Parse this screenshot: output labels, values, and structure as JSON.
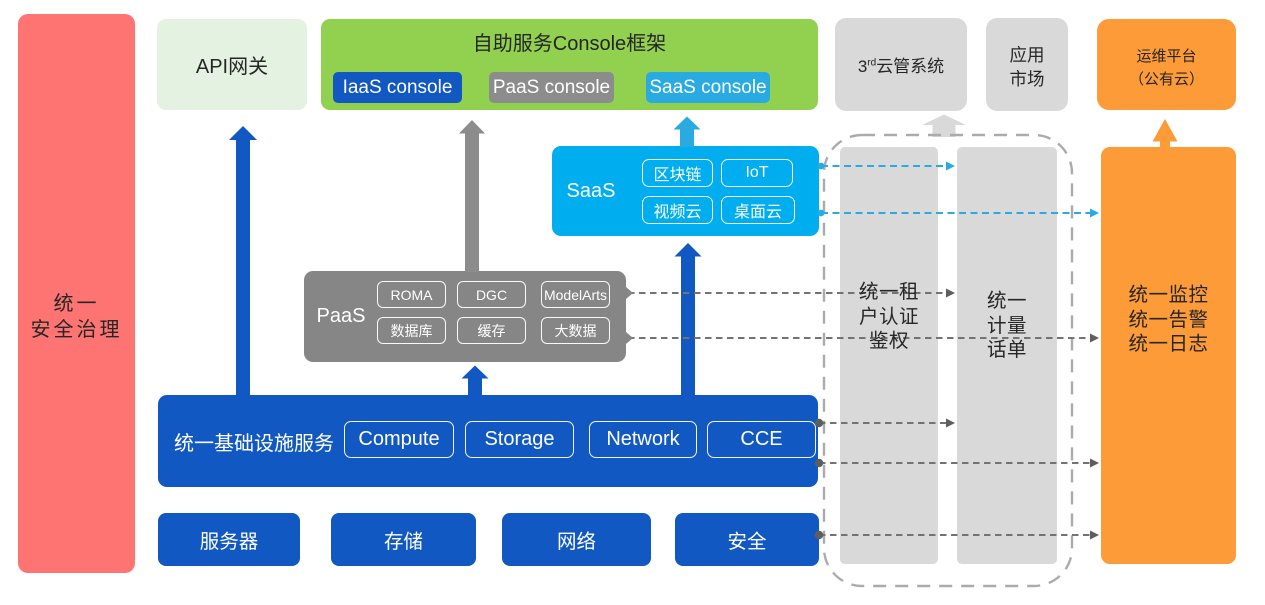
{
  "colors": {
    "red": "#FD7472",
    "pale_green": "#E4F3E1",
    "green": "#92D050",
    "blue": "#1158C3",
    "gray": "#868686",
    "gray_chip": "#8C8C8C",
    "cyan": "#00AEEF",
    "cyan_chip": "#29ABE2",
    "pale_gray": "#D9D9D9",
    "orange": "#FD9B38",
    "frame_dash": "#ABABAB",
    "conn_gray": "#737373",
    "conn_dark": "#5E5E5E"
  },
  "left_bar": {
    "lines": [
      "统一",
      "安全治理"
    ]
  },
  "top_row": {
    "api": {
      "label": "API网关"
    },
    "console": {
      "title": "自助服务Console框架",
      "chips": [
        {
          "label": "IaaS console"
        },
        {
          "label": "PaaS console"
        },
        {
          "label": "SaaS console"
        }
      ]
    },
    "cloud_mgmt": {
      "prefix": "3",
      "sup": "rd",
      "suffix": "云管系统"
    },
    "market": {
      "lines": [
        "应用",
        "市场"
      ]
    },
    "ops_platform": {
      "lines": [
        "运维平台",
        "（公有云）"
      ]
    }
  },
  "saas": {
    "label": "SaaS",
    "services": [
      "区块链",
      "IoT",
      "视频云",
      "桌面云"
    ]
  },
  "paas": {
    "label": "PaaS",
    "services": [
      "ROMA",
      "DGC",
      "ModelArts",
      "数据库",
      "缓存",
      "大数据"
    ]
  },
  "infra": {
    "label": "统一基础设施服务",
    "services": [
      "Compute",
      "Storage",
      "Network",
      "CCE"
    ]
  },
  "foundation_row": [
    "服务器",
    "存储",
    "网络",
    "安全"
  ],
  "pillars": {
    "auth": {
      "lines": [
        "统一租",
        "户认证",
        "鉴权"
      ]
    },
    "billing": {
      "lines": [
        "统一",
        "计量",
        "话单"
      ]
    },
    "ops": {
      "lines": [
        "统一监控",
        "统一告警",
        "统一日志"
      ]
    }
  }
}
